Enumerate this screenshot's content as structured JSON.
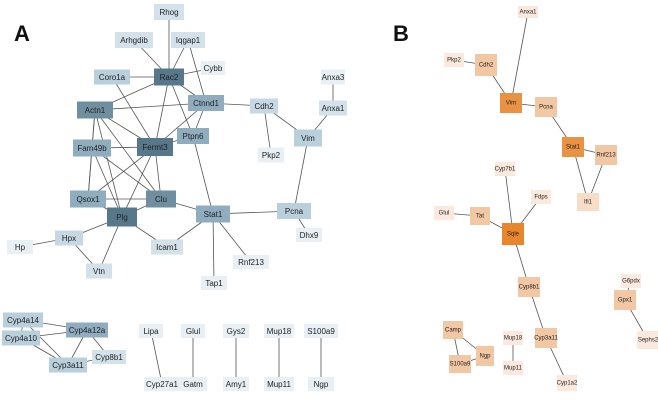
{
  "panels": {
    "a": {
      "letter": "A",
      "nodes": [
        {
          "id": "Rhog",
          "label": "Rhog",
          "color": "#d3e1ea"
        },
        {
          "id": "Arhgdib",
          "label": "Arhgdib",
          "color": "#d3e1ea"
        },
        {
          "id": "Iqgap1",
          "label": "Iqgap1",
          "color": "#d3e1ea"
        },
        {
          "id": "Cybb",
          "label": "Cybb",
          "color": "#e8f0f5"
        },
        {
          "id": "Coro1a",
          "label": "Coro1a",
          "color": "#b9cfdc"
        },
        {
          "id": "Rac2",
          "label": "Rac2",
          "color": "#56788a"
        },
        {
          "id": "Anxa3",
          "label": "Anxa3",
          "color": "#e8f0f5"
        },
        {
          "id": "Actn1",
          "label": "Actn1",
          "color": "#6f8ea0"
        },
        {
          "id": "Ctnnd1",
          "label": "Ctnnd1",
          "color": "#8fadbe"
        },
        {
          "id": "Cdh2",
          "label": "Cdh2",
          "color": "#c5d8e3"
        },
        {
          "id": "Anxa1",
          "label": "Anxa1",
          "color": "#d3e1ea"
        },
        {
          "id": "Fam49b",
          "label": "Fam49b",
          "color": "#8fadbe"
        },
        {
          "id": "Fermt3",
          "label": "Fermt3",
          "color": "#56788a"
        },
        {
          "id": "Ptpn6",
          "label": "Ptpn6",
          "color": "#8fadbe"
        },
        {
          "id": "Vim",
          "label": "Vim",
          "color": "#b9cfdc"
        },
        {
          "id": "Pkp2",
          "label": "Pkp2",
          "color": "#e8f0f5"
        },
        {
          "id": "Qsox1",
          "label": "Qsox1",
          "color": "#8fadbe"
        },
        {
          "id": "Clu",
          "label": "Clu",
          "color": "#6f8ea0"
        },
        {
          "id": "Pcna",
          "label": "Pcna",
          "color": "#b9cfdc"
        },
        {
          "id": "Plg",
          "label": "Plg",
          "color": "#56788a"
        },
        {
          "id": "Stat1",
          "label": "Stat1",
          "color": "#8fadbe"
        },
        {
          "id": "Dhx9",
          "label": "Dhx9",
          "color": "#e8f0f5"
        },
        {
          "id": "Hp",
          "label": "Hp",
          "color": "#e8f0f5"
        },
        {
          "id": "Hpx",
          "label": "Hpx",
          "color": "#c5d8e3"
        },
        {
          "id": "Icam1",
          "label": "Icam1",
          "color": "#d3e1ea"
        },
        {
          "id": "Vtn",
          "label": "Vtn",
          "color": "#d3e1ea"
        },
        {
          "id": "Rnf213",
          "label": "Rnf213",
          "color": "#e8f0f5"
        },
        {
          "id": "Tap1",
          "label": "Tap1",
          "color": "#e8f0f5"
        },
        {
          "id": "Cyp4a14",
          "label": "Cyp4a14",
          "color": "#b9cfdc"
        },
        {
          "id": "Cyp4a12a",
          "label": "Cyp4a12a",
          "color": "#8fadbe"
        },
        {
          "id": "Cyp4a10",
          "label": "Cyp4a10",
          "color": "#b9cfdc"
        },
        {
          "id": "Cyp3a11",
          "label": "Cyp3a11",
          "color": "#b9cfdc"
        },
        {
          "id": "Cyp8b1",
          "label": "Cyp8b1",
          "color": "#d3e1ea"
        },
        {
          "id": "Lipa",
          "label": "Lipa",
          "color": "#e8f0f5"
        },
        {
          "id": "Cyp27a1",
          "label": "Cyp27a1",
          "color": "#e8f0f5"
        },
        {
          "id": "Glul",
          "label": "Glul",
          "color": "#e8f0f5"
        },
        {
          "id": "Gatm",
          "label": "Gatm",
          "color": "#e8f0f5"
        },
        {
          "id": "Gys2",
          "label": "Gys2",
          "color": "#e8f0f5"
        },
        {
          "id": "Amy1",
          "label": "Amy1",
          "color": "#e8f0f5"
        },
        {
          "id": "Mup18",
          "label": "Mup18",
          "color": "#e8f0f5"
        },
        {
          "id": "Mup11",
          "label": "Mup11",
          "color": "#e8f0f5"
        },
        {
          "id": "S100a9",
          "label": "S100a9",
          "color": "#e8f0f5"
        },
        {
          "id": "Ngp",
          "label": "Ngp",
          "color": "#e8f0f5"
        }
      ],
      "edges": [
        [
          "Rhog",
          "Rac2"
        ],
        [
          "Arhgdib",
          "Rac2"
        ],
        [
          "Iqgap1",
          "Rac2"
        ],
        [
          "Iqgap1",
          "Ctnnd1"
        ],
        [
          "Cybb",
          "Rac2"
        ],
        [
          "Coro1a",
          "Rac2"
        ],
        [
          "Coro1a",
          "Fermt3"
        ],
        [
          "Rac2",
          "Actn1"
        ],
        [
          "Rac2",
          "Ctnnd1"
        ],
        [
          "Rac2",
          "Fermt3"
        ],
        [
          "Rac2",
          "Ptpn6"
        ],
        [
          "Actn1",
          "Ctnnd1"
        ],
        [
          "Actn1",
          "Fam49b"
        ],
        [
          "Actn1",
          "Fermt3"
        ],
        [
          "Actn1",
          "Qsox1"
        ],
        [
          "Actn1",
          "Clu"
        ],
        [
          "Actn1",
          "Plg"
        ],
        [
          "Ctnnd1",
          "Cdh2"
        ],
        [
          "Ctnnd1",
          "Ptpn6"
        ],
        [
          "Ctnnd1",
          "Fermt3"
        ],
        [
          "Cdh2",
          "Vim"
        ],
        [
          "Cdh2",
          "Pkp2"
        ],
        [
          "Anxa3",
          "Anxa1"
        ],
        [
          "Anxa1",
          "Vim"
        ],
        [
          "Vim",
          "Pcna"
        ],
        [
          "Fam49b",
          "Fermt3"
        ],
        [
          "Fam49b",
          "Clu"
        ],
        [
          "Fam49b",
          "Plg"
        ],
        [
          "Fam49b",
          "Qsox1"
        ],
        [
          "Fermt3",
          "Ptpn6"
        ],
        [
          "Fermt3",
          "Clu"
        ],
        [
          "Fermt3",
          "Plg"
        ],
        [
          "Fermt3",
          "Qsox1"
        ],
        [
          "Ptpn6",
          "Stat1"
        ],
        [
          "Qsox1",
          "Clu"
        ],
        [
          "Qsox1",
          "Plg"
        ],
        [
          "Clu",
          "Plg"
        ],
        [
          "Clu",
          "Stat1"
        ],
        [
          "Plg",
          "Hpx"
        ],
        [
          "Plg",
          "Vtn"
        ],
        [
          "Plg",
          "Icam1"
        ],
        [
          "Hp",
          "Hpx"
        ],
        [
          "Hpx",
          "Vtn"
        ],
        [
          "Stat1",
          "Pcna"
        ],
        [
          "Stat1",
          "Icam1"
        ],
        [
          "Stat1",
          "Tap1"
        ],
        [
          "Stat1",
          "Rnf213"
        ],
        [
          "Pcna",
          "Dhx9"
        ],
        [
          "Cyp4a14",
          "Cyp4a12a"
        ],
        [
          "Cyp4a14",
          "Cyp4a10"
        ],
        [
          "Cyp4a14",
          "Cyp3a11"
        ],
        [
          "Cyp4a12a",
          "Cyp4a10"
        ],
        [
          "Cyp4a12a",
          "Cyp3a11"
        ],
        [
          "Cyp4a12a",
          "Cyp8b1"
        ],
        [
          "Cyp4a10",
          "Cyp3a11"
        ],
        [
          "Cyp3a11",
          "Cyp8b1"
        ],
        [
          "Lipa",
          "Cyp27a1"
        ],
        [
          "Glul",
          "Gatm"
        ],
        [
          "Gys2",
          "Amy1"
        ],
        [
          "Mup18",
          "Mup11"
        ],
        [
          "S100a9",
          "Ngp"
        ]
      ]
    },
    "b": {
      "letter": "B",
      "nodes": [
        {
          "id": "Anxa1",
          "label": "Anxa1",
          "color": "#fbe9dd"
        },
        {
          "id": "Pkp2",
          "label": "Pkp2",
          "color": "#fbe9dd"
        },
        {
          "id": "Cdh2",
          "label": "Cdh2",
          "color": "#f2c7a3"
        },
        {
          "id": "Vim",
          "label": "Vim",
          "color": "#e99243"
        },
        {
          "id": "Pcna",
          "label": "Pcna",
          "color": "#f2c7a3"
        },
        {
          "id": "Stat1",
          "label": "Stat1",
          "color": "#e99243"
        },
        {
          "id": "Rnf213",
          "label": "Rnf213",
          "color": "#f2c7a3"
        },
        {
          "id": "Ifi1",
          "label": "Ifi1",
          "color": "#f7dcc6"
        },
        {
          "id": "Cyp7b1",
          "label": "Cyp7b1",
          "color": "#fbe9dd"
        },
        {
          "id": "Glul",
          "label": "Glul",
          "color": "#fbe9dd"
        },
        {
          "id": "Tat",
          "label": "Tat",
          "color": "#f2c7a3"
        },
        {
          "id": "Fdps",
          "label": "Fdps",
          "color": "#fbe9dd"
        },
        {
          "id": "Sqle",
          "label": "Sqle",
          "color": "#e9852d"
        },
        {
          "id": "Cyp8b1",
          "label": "Cyp8b1",
          "color": "#f2c7a3"
        },
        {
          "id": "G6pdx",
          "label": "G6pdx",
          "color": "#fbe9dd"
        },
        {
          "id": "Gpx1",
          "label": "Gpx1",
          "color": "#f2c7a3"
        },
        {
          "id": "Sephs2",
          "label": "Sephs2",
          "color": "#fbe9dd"
        },
        {
          "id": "Camp",
          "label": "Camp",
          "color": "#f2c7a3"
        },
        {
          "id": "Ngp",
          "label": "Ngp",
          "color": "#f2c7a3"
        },
        {
          "id": "S100a9",
          "label": "S100a9",
          "color": "#f2c7a3"
        },
        {
          "id": "Mup18",
          "label": "Mup18",
          "color": "#fbe9dd"
        },
        {
          "id": "Mup11",
          "label": "Mup11",
          "color": "#fbe9dd"
        },
        {
          "id": "Cyp3a11",
          "label": "Cyp3a11",
          "color": "#f2c7a3"
        },
        {
          "id": "Cyp1a2",
          "label": "Cyp1a2",
          "color": "#fbe9dd"
        }
      ],
      "edges": [
        [
          "Anxa1",
          "Vim"
        ],
        [
          "Pkp2",
          "Cdh2"
        ],
        [
          "Cdh2",
          "Vim"
        ],
        [
          "Vim",
          "Pcna"
        ],
        [
          "Pcna",
          "Stat1"
        ],
        [
          "Stat1",
          "Rnf213"
        ],
        [
          "Stat1",
          "Ifi1"
        ],
        [
          "Rnf213",
          "Ifi1"
        ],
        [
          "Cyp7b1",
          "Sqle"
        ],
        [
          "Glul",
          "Tat"
        ],
        [
          "Tat",
          "Sqle"
        ],
        [
          "Fdps",
          "Sqle"
        ],
        [
          "Sqle",
          "Cyp8b1"
        ],
        [
          "Cyp8b1",
          "Cyp3a11"
        ],
        [
          "Cyp3a11",
          "Cyp1a2"
        ],
        [
          "G6pdx",
          "Gpx1"
        ],
        [
          "Gpx1",
          "Sephs2"
        ],
        [
          "Camp",
          "Ngp"
        ],
        [
          "Camp",
          "S100a9"
        ],
        [
          "Ngp",
          "S100a9"
        ],
        [
          "Mup18",
          "Mup11"
        ]
      ]
    }
  }
}
